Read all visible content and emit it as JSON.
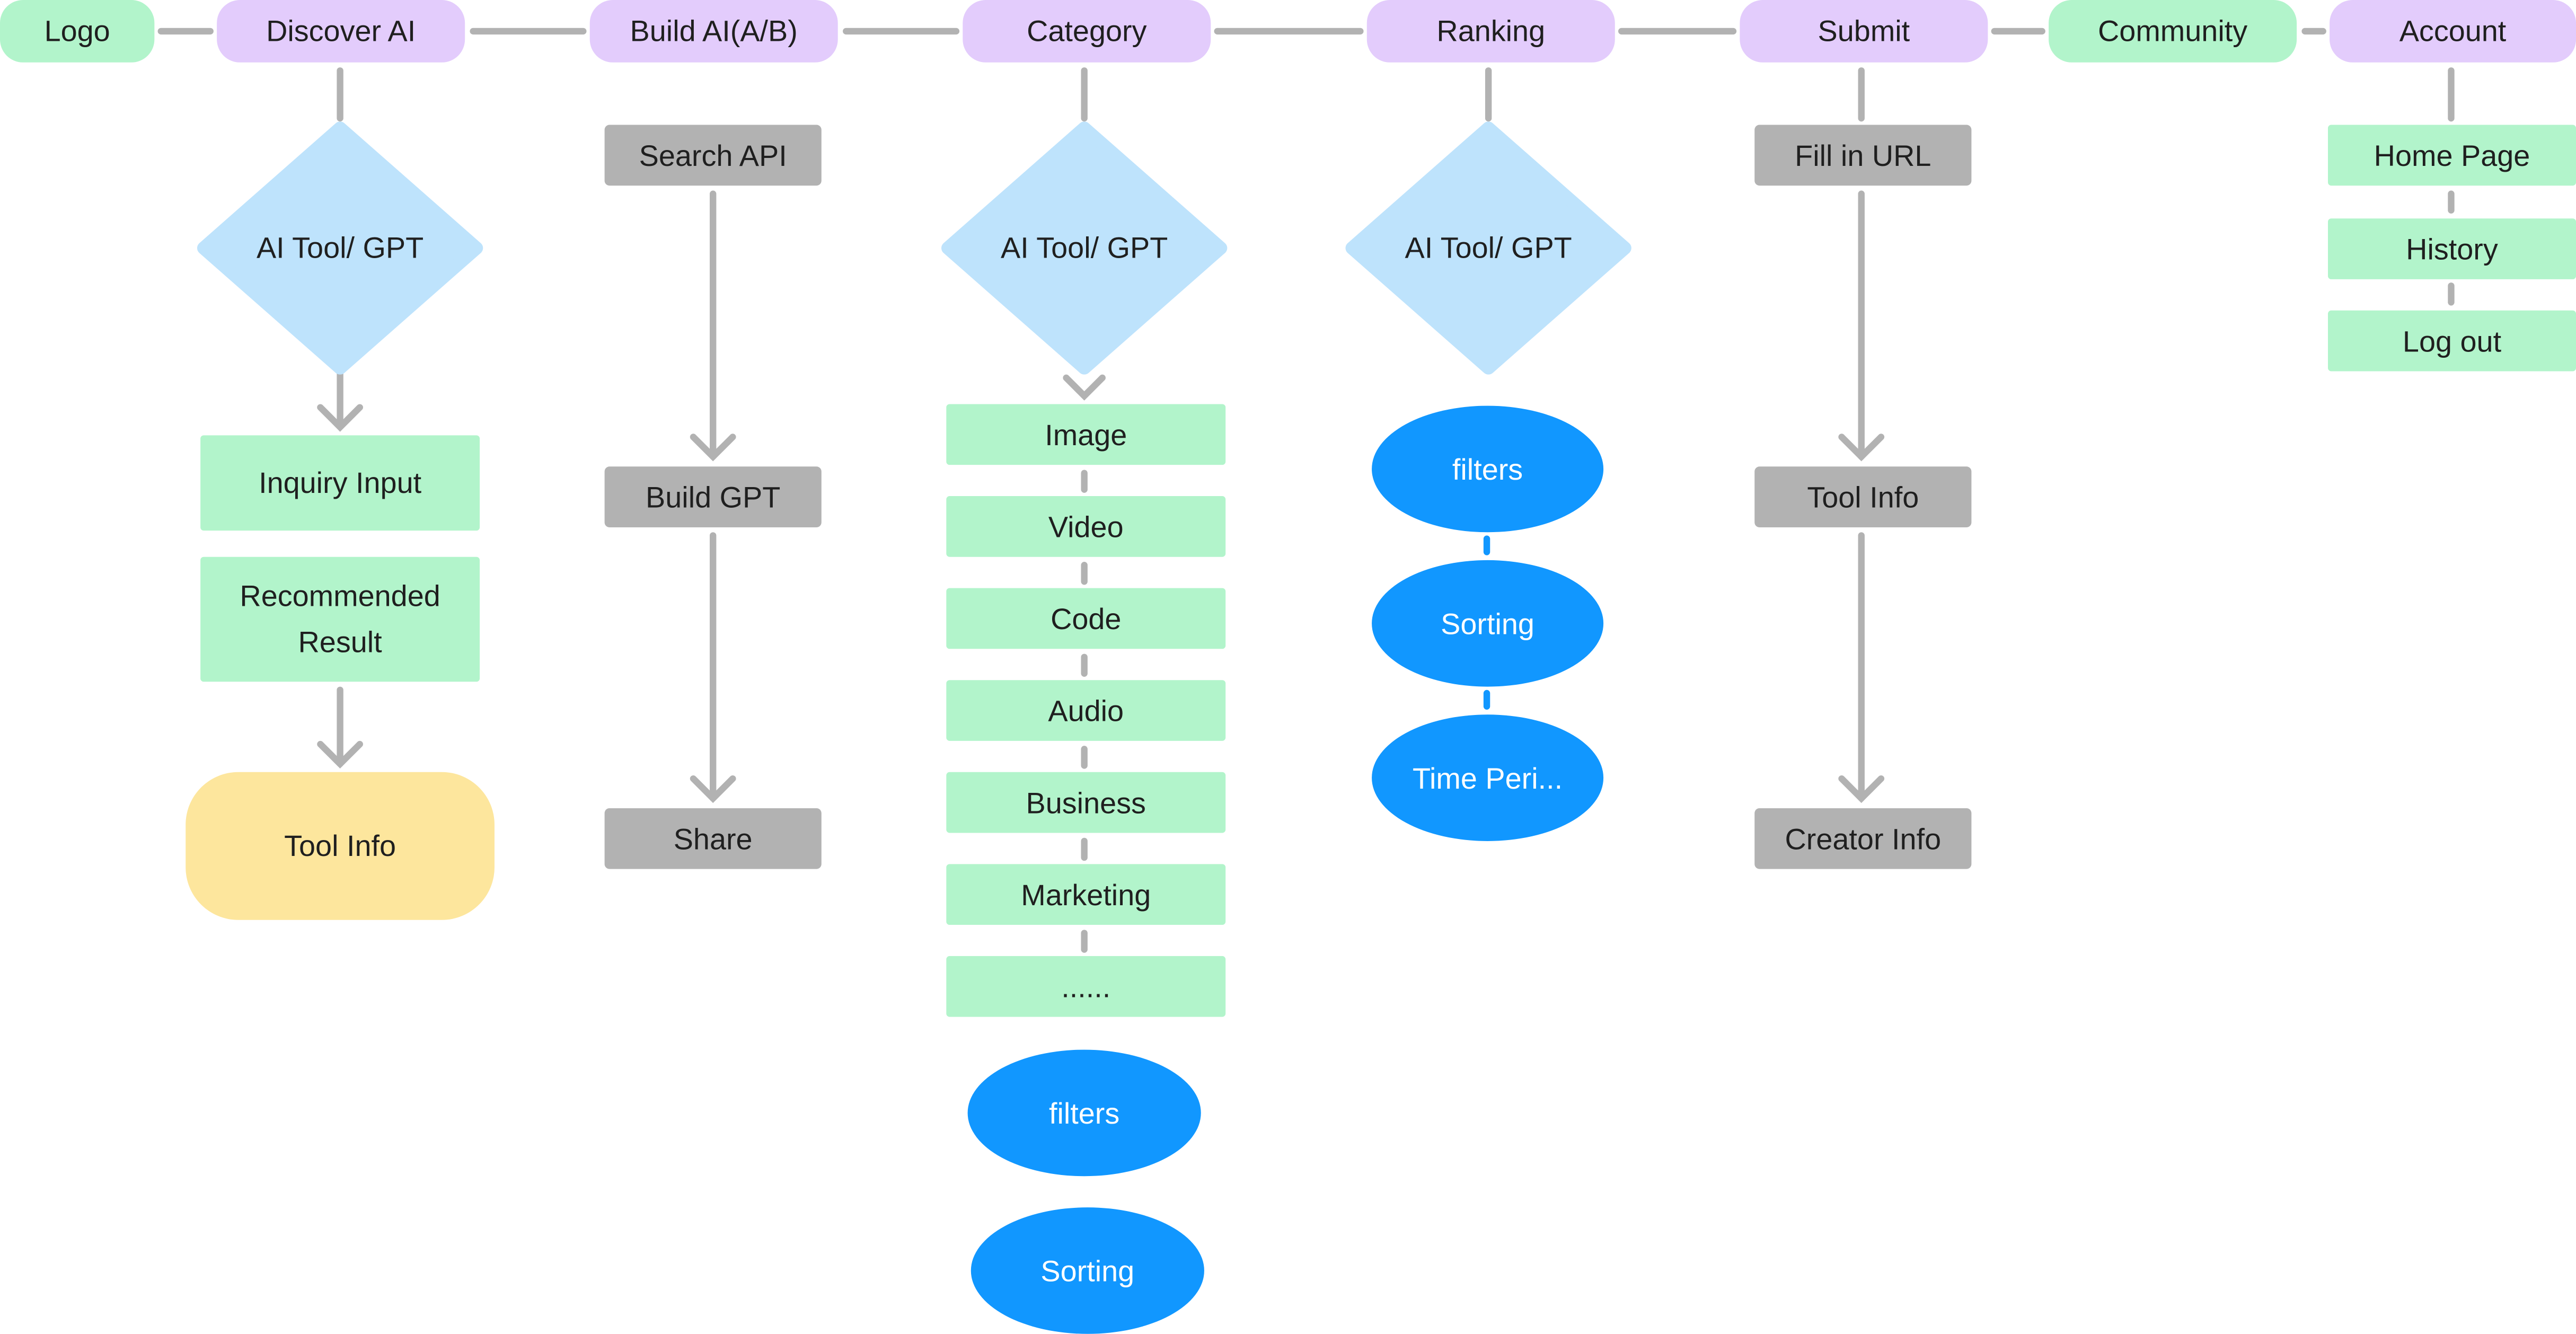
{
  "nav": {
    "logo": "Logo",
    "discover": "Discover AI",
    "build": "Build AI(A/B)",
    "category": "Category",
    "ranking": "Ranking",
    "submit": "Submit",
    "community": "Community",
    "account": "Account"
  },
  "discover": {
    "decision": "AI Tool/ GPT",
    "inquiry": "Inquiry Input",
    "recommended": "Recommended Result",
    "tool_info": "Tool Info"
  },
  "build": {
    "search_api": "Search API",
    "build_gpt": "Build GPT",
    "share": "Share"
  },
  "category": {
    "decision": "AI Tool/ GPT",
    "items": [
      "Image",
      "Video",
      "Code",
      "Audio",
      "Business",
      "Marketing",
      "......"
    ],
    "filters": "filters",
    "sorting": "Sorting"
  },
  "ranking": {
    "decision": "AI Tool/ GPT",
    "filters": "filters",
    "sorting": "Sorting",
    "time_period": "Time Peri..."
  },
  "submit": {
    "fill_url": "Fill in URL",
    "tool_info": "Tool Info",
    "creator_info": "Creator Info"
  },
  "account": {
    "items": [
      "Home Page",
      "History",
      "Log out"
    ]
  },
  "colors": {
    "purple_pill": "#e3ccfc",
    "green": "#b2f4cb",
    "gray": "#b2b2b2",
    "yellow": "#fde69d",
    "blue_diamond": "#bee3fc",
    "blue_ellipse": "#1197ff",
    "connector": "#b2b2b2",
    "blue_connector": "#1197ff"
  }
}
